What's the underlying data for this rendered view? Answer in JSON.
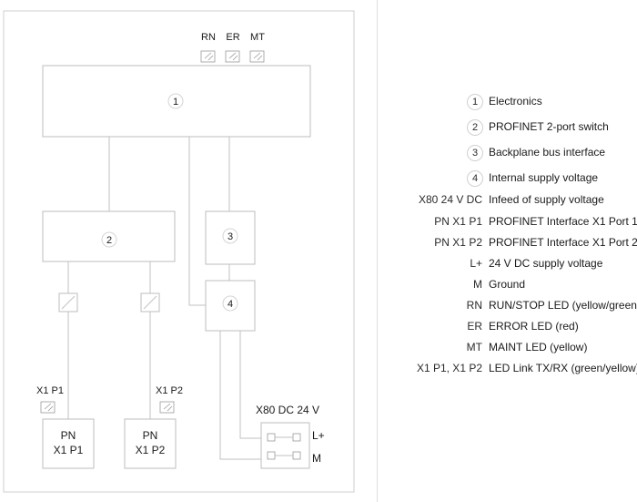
{
  "leds": [
    {
      "label": "RN"
    },
    {
      "label": "ER"
    },
    {
      "label": "MT"
    }
  ],
  "blocks": {
    "electronics": "1",
    "switch": "2",
    "backplane": "3",
    "supply": "4"
  },
  "ports": [
    {
      "link_label": "X1 P1",
      "box_line1": "PN",
      "box_line2": "X1 P1"
    },
    {
      "link_label": "X1 P2",
      "box_line1": "PN",
      "box_line2": "X1 P2"
    }
  ],
  "power": {
    "connector_label": "X80 DC 24 V",
    "plus_label": "L+",
    "ground_label": "M"
  },
  "legend": [
    {
      "key": "1",
      "desc": "Electronics"
    },
    {
      "key": "2",
      "desc": "PROFINET 2-port switch"
    },
    {
      "key": "3",
      "desc": "Backplane bus interface"
    },
    {
      "key": "4",
      "desc": "Internal supply voltage"
    },
    {
      "key": "X80 24 V DC",
      "desc": "Infeed of supply voltage"
    },
    {
      "key": "PN X1 P1",
      "desc": "PROFINET Interface X1 Port 1"
    },
    {
      "key": "PN X1 P2",
      "desc": "PROFINET Interface X1 Port 2"
    },
    {
      "key": "L+",
      "desc": "24 V DC supply voltage"
    },
    {
      "key": "M",
      "desc": "Ground"
    },
    {
      "key": "RN",
      "desc": "RUN/STOP LED (yellow/green)"
    },
    {
      "key": "ER",
      "desc": "ERROR LED (red)"
    },
    {
      "key": "MT",
      "desc": "MAINT LED (yellow)"
    },
    {
      "key": "X1 P1, X1 P2",
      "desc": "LED Link TX/RX (green/yellow)"
    }
  ]
}
